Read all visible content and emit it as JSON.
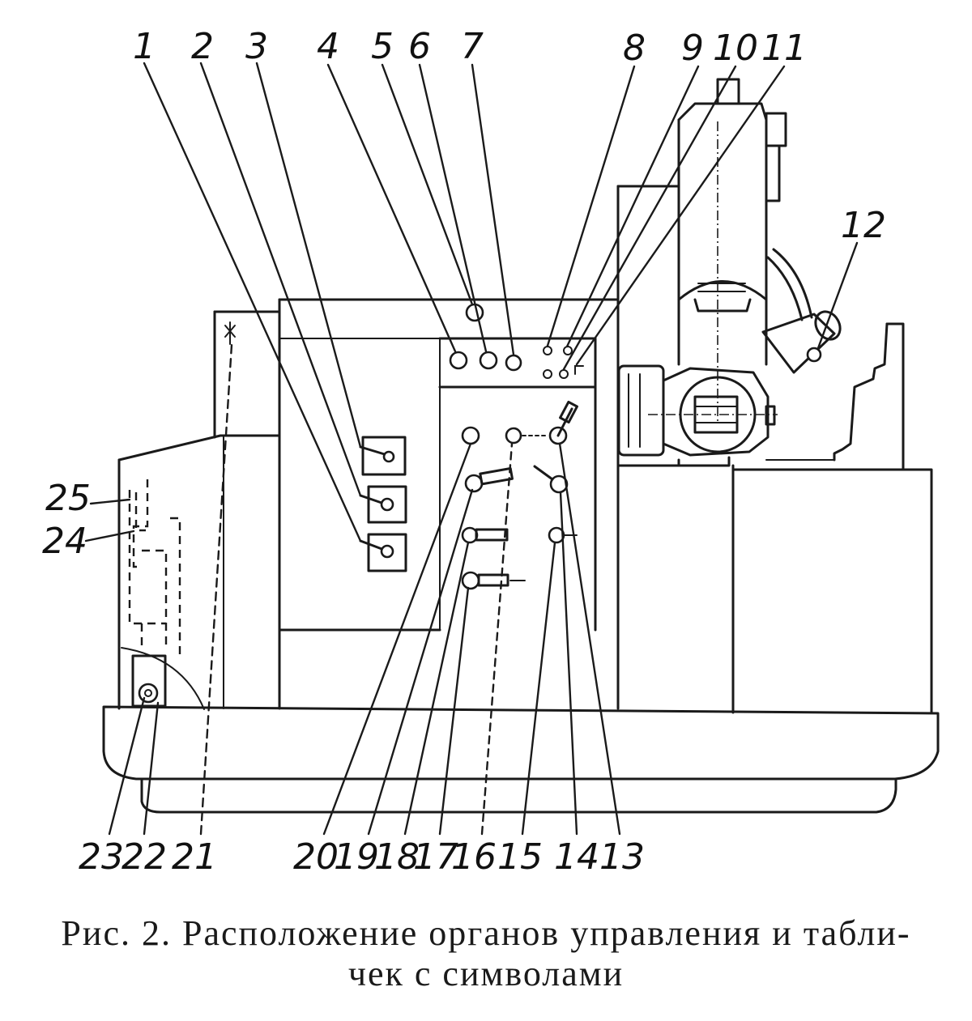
{
  "figure": {
    "labels": [
      "1",
      "2",
      "3",
      "4",
      "5",
      "6",
      "7",
      "8",
      "9",
      "10",
      "11",
      "12",
      "13",
      "14",
      "15",
      "16",
      "17",
      "18",
      "19",
      "20",
      "21",
      "22",
      "23",
      "24",
      "25"
    ],
    "caption_line1": "Рис. 2. Расположение органов управления и табли-",
    "caption_line2": "чек с символами"
  }
}
